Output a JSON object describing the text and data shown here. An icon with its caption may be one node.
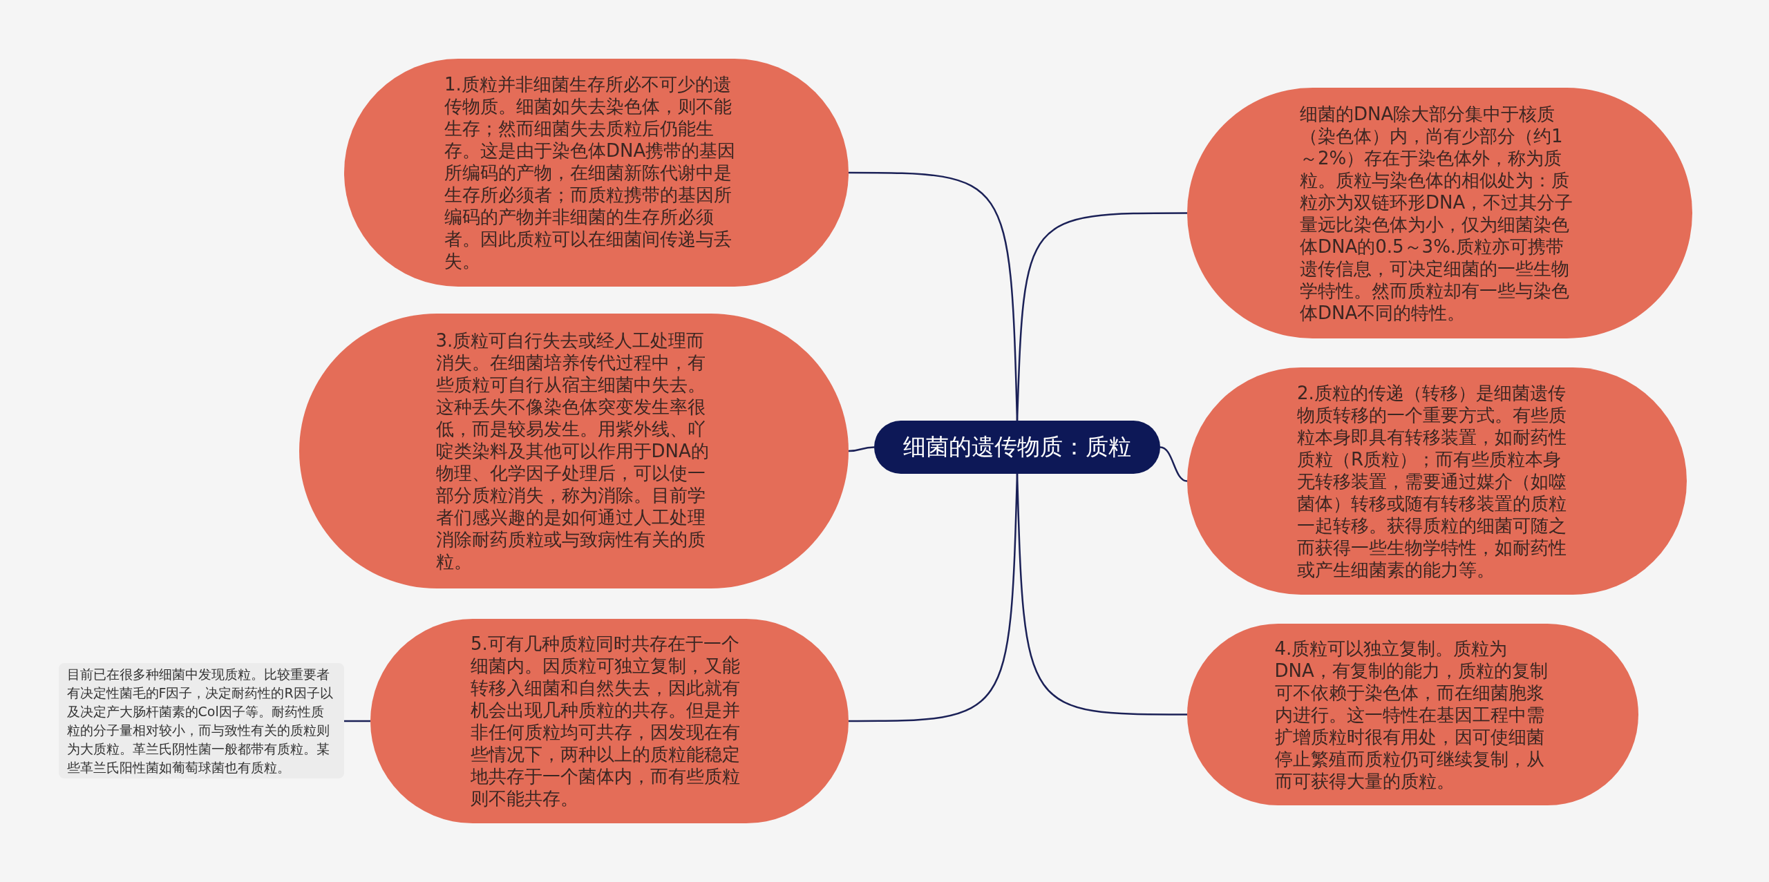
{
  "diagram": {
    "nodes": [
      {
        "text": [
          "细菌的遗传物质：质粒"
        ]
      },
      {
        "text": [
          "1.质粒并非细菌生存所必不可少的遗传物质。细菌如失去染色体，则不能生存；然而细菌失去质粒后仍能生存。这是由于染色体DNA携带的基因所编码的产物，在细菌新陈代谢中是生存所必须者；而质粒携带的基因所编码的产物并非细菌的生存所必须者。因此质粒可以在细菌间传递与丢失。"
        ]
      },
      {
        "text": [
          "细菌的DNA除大部分集中于核质（染色体）内，尚有少部分（约1～2%）存在于染色体外，称为质粒。质粒与染色体的相似处为：质粒亦为双链环形DNA，不过其分子量远比染色体为小，仅为细菌染色体DNA的0.5～3%.质粒亦可携带遗传信息，可决定细菌的一些生物学特性。然而质粒却有一些与染色体DNA不同的特性。"
        ]
      },
      {
        "text": [
          "3.质粒可自行失去或经人工处理而消失。在细菌培养传代过程中，有些质粒可自行从宿主细菌中失去。这种丢失不像染色体突变发生率很低，而是较易发生。用紫外线、吖啶类染料及其他可以作用于DNA的物理、化学因子处理后，可以使一部分质粒消失，称为消除。目前学者们感兴趣的是如何通过人工处理消除耐药质粒或与致病性有关的质粒。"
        ]
      },
      {
        "text": [
          "2.质粒的传递（转移）是细菌遗传物质转移的一个重要方式。有些质粒本身即具有转移装置，如耐药性质粒（R质粒）；而有些质粒本身无转移装置，需要通过媒介（如噬菌体）转移或随有转移装置的质粒一起转移。获得质粒的细菌可随之而获得一些生物学特性，如耐药性或产生细菌素的能力等。"
        ]
      },
      {
        "text": [
          "4.质粒可以独立复制。质粒为DNA，有复制的能力，质粒的复制可不依赖于染色体，而在细菌胞浆内进行。这一特性在基因工程中需扩增质粒时很有用处，因可使细菌停止繁殖而质粒仍可继续复制，从而可获得大量的质粒。"
        ]
      },
      {
        "text": [
          "5.可有几种质粒同时共存在于一个细菌内。因质粒可独立复制，又能转移入细菌和自然失去，因此就有机会出现几种质粒的共存。但是并非任何质粒均可共存，因发现在有些情况下，两种以上的质粒能稳定地共存于一个菌体内，而有些质粒则不能共存。"
        ]
      },
      {
        "text": [
          "目前已在很多种细菌中发现质粒。比较重要者有决定性菌毛的F因子，决定耐药性的R因子以及决定产大肠杆菌素的Col因子等。耐药性质粒的分子量相对较小，而与致性有关的质粒则为大质粒。革兰氏阴性菌一般都带有质粒。某些革兰氏阳性菌如葡萄球菌也有质粒。"
        ]
      }
    ],
    "edges": [
      {
        "from": 0,
        "to": 1,
        "arrow": "none"
      },
      {
        "from": 0,
        "to": 2,
        "arrow": "none"
      },
      {
        "from": 0,
        "to": 3,
        "arrow": "none"
      },
      {
        "from": 0,
        "to": 4,
        "arrow": "none"
      },
      {
        "from": 0,
        "to": 5,
        "arrow": "none"
      },
      {
        "from": 0,
        "to": 6,
        "arrow": "none"
      },
      {
        "from": 6,
        "to": 7,
        "arrow": "none"
      }
    ]
  }
}
